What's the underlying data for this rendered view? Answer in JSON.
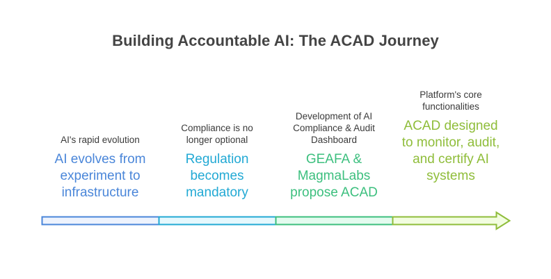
{
  "title": "Building Accountable AI: The ACAD Journey",
  "stages": [
    {
      "label": "AI's rapid evolution",
      "description": "AI evolves from experiment to infrastructure",
      "color": "#4a86d9",
      "fill": "#eef3fd"
    },
    {
      "label": "Compliance is no longer optional",
      "description": "Regulation becomes mandatory",
      "color": "#22a9d4",
      "fill": "#e6f8fd"
    },
    {
      "label": "Development of AI Compliance & Audit Dashboard",
      "description": "GEAFA & MagmaLabs propose ACAD",
      "color": "#3cbf7e",
      "fill": "#e4fbef"
    },
    {
      "label": "Platform's core functionalities",
      "description": "ACAD designed to monitor, audit, and certify AI systems",
      "color": "#8fbd3a",
      "fill": "#f2fde0"
    }
  ]
}
